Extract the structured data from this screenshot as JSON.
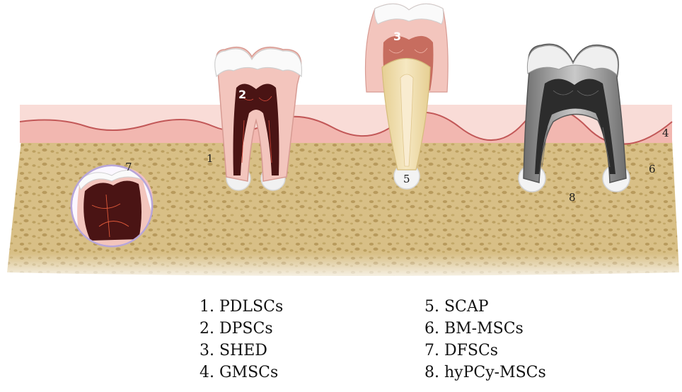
{
  "markers": {
    "m1": "1",
    "m2": "2",
    "m3": "3",
    "m4": "4",
    "m5": "5",
    "m6": "6",
    "m7": "7",
    "m8": "8"
  },
  "legend": {
    "left": [
      "1. PDLSCs",
      "2. DPSCs",
      "3. SHED",
      "4. GMSCs"
    ],
    "right": [
      "5. SCAP",
      "6. BM-MSCs",
      "7. DFSCs",
      "8. hyPCy-MSCs"
    ]
  },
  "colors": {
    "bone": "#d8bf86",
    "bone_pore": "#b89a5c",
    "gingiva": "#f2b7b0",
    "gingiva_line": "#c25858",
    "enamel": "#f5f5f3",
    "dentin": "#f3c5bd",
    "pulp": "#4a1414",
    "root_immature": "#efdca8",
    "grey_tooth": "#9a9a9a",
    "dark_pulp": "#2c2c2c",
    "follicle_ring": "#c9b8e0"
  }
}
